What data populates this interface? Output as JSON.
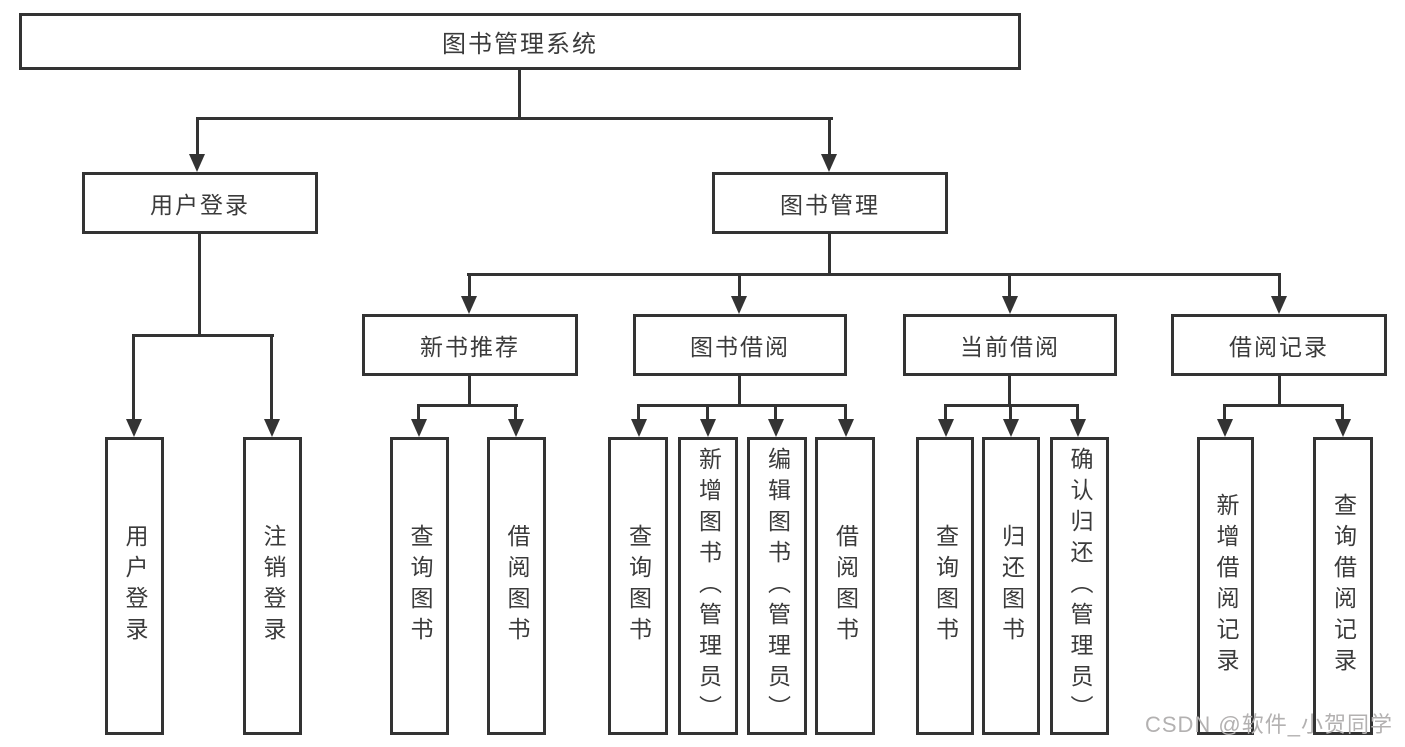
{
  "tree": {
    "root": {
      "label": "图书管理系统"
    },
    "branches": [
      {
        "label": "用户登录",
        "leaves": [
          {
            "label": "用户登录"
          },
          {
            "label": "注销登录"
          }
        ]
      },
      {
        "label": "图书管理",
        "groups": [
          {
            "label": "新书推荐",
            "leaves": [
              {
                "label": "查询图书"
              },
              {
                "label": "借阅图书"
              }
            ]
          },
          {
            "label": "图书借阅",
            "leaves": [
              {
                "label": "查询图书"
              },
              {
                "label": "新增图书（管理员）"
              },
              {
                "label": "编辑图书（管理员）"
              },
              {
                "label": "借阅图书"
              }
            ]
          },
          {
            "label": "当前借阅",
            "leaves": [
              {
                "label": "查询图书"
              },
              {
                "label": "归还图书"
              },
              {
                "label": "确认归还（管理员）"
              }
            ]
          },
          {
            "label": "借阅记录",
            "leaves": [
              {
                "label": "新增借阅记录"
              },
              {
                "label": "查询借阅记录"
              }
            ]
          }
        ]
      }
    ]
  },
  "watermark": {
    "text": "CSDN @软件_小贺同学"
  },
  "colors": {
    "line": "#333333",
    "text": "#3b3b3b",
    "watermark": "#b3b1b1",
    "background": "#ffffff"
  }
}
